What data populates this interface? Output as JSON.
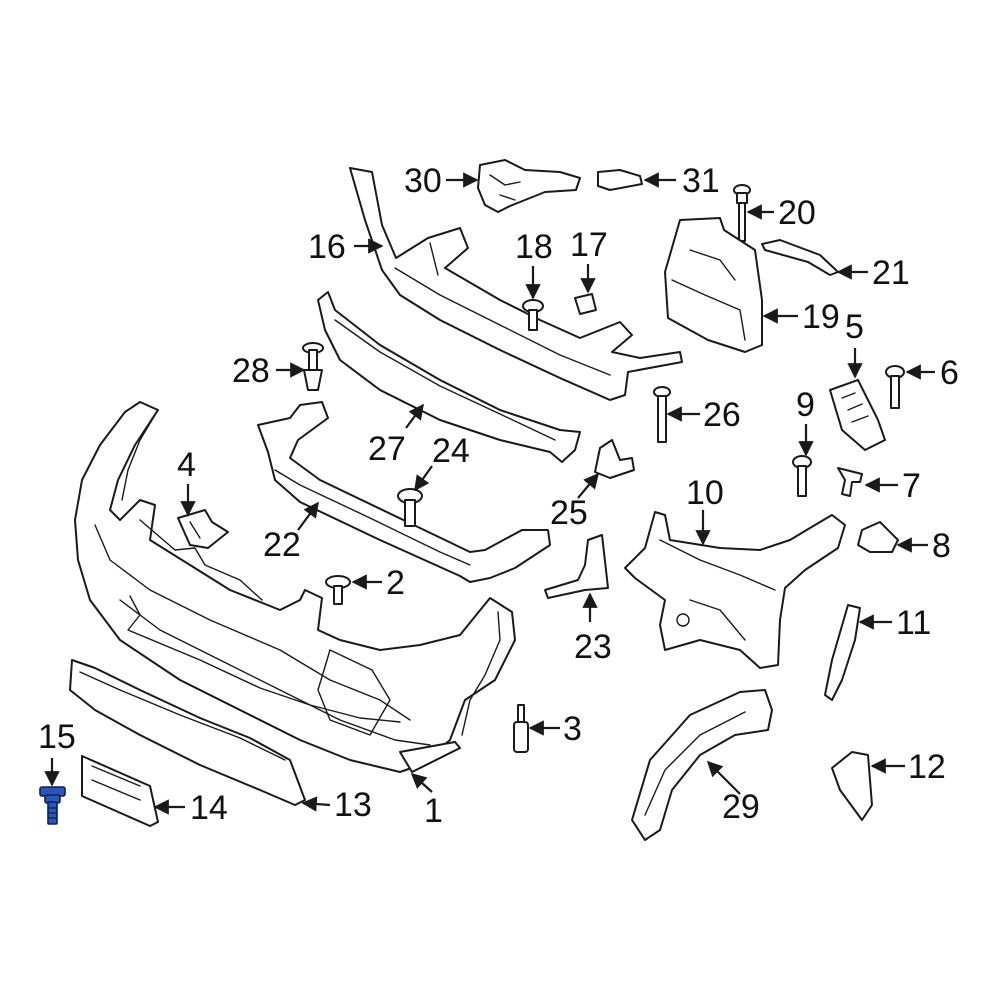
{
  "highlight_color": "#2d56b8",
  "callouts": [
    {
      "id": "c1",
      "label": "1"
    },
    {
      "id": "c2",
      "label": "2"
    },
    {
      "id": "c3",
      "label": "3"
    },
    {
      "id": "c4",
      "label": "4"
    },
    {
      "id": "c5",
      "label": "5"
    },
    {
      "id": "c6",
      "label": "6"
    },
    {
      "id": "c7",
      "label": "7"
    },
    {
      "id": "c8",
      "label": "8"
    },
    {
      "id": "c9",
      "label": "9"
    },
    {
      "id": "c10",
      "label": "10"
    },
    {
      "id": "c11",
      "label": "11"
    },
    {
      "id": "c12",
      "label": "12"
    },
    {
      "id": "c13",
      "label": "13"
    },
    {
      "id": "c14",
      "label": "14"
    },
    {
      "id": "c15",
      "label": "15"
    },
    {
      "id": "c16",
      "label": "16"
    },
    {
      "id": "c17",
      "label": "17"
    },
    {
      "id": "c18",
      "label": "18"
    },
    {
      "id": "c19",
      "label": "19"
    },
    {
      "id": "c20",
      "label": "20"
    },
    {
      "id": "c21",
      "label": "21"
    },
    {
      "id": "c22",
      "label": "22"
    },
    {
      "id": "c23",
      "label": "23"
    },
    {
      "id": "c24",
      "label": "24"
    },
    {
      "id": "c25",
      "label": "25"
    },
    {
      "id": "c26",
      "label": "26"
    },
    {
      "id": "c27",
      "label": "27"
    },
    {
      "id": "c28",
      "label": "28"
    },
    {
      "id": "c29",
      "label": "29"
    },
    {
      "id": "c30",
      "label": "30"
    },
    {
      "id": "c31",
      "label": "31"
    }
  ],
  "highlighted_callout": "15"
}
